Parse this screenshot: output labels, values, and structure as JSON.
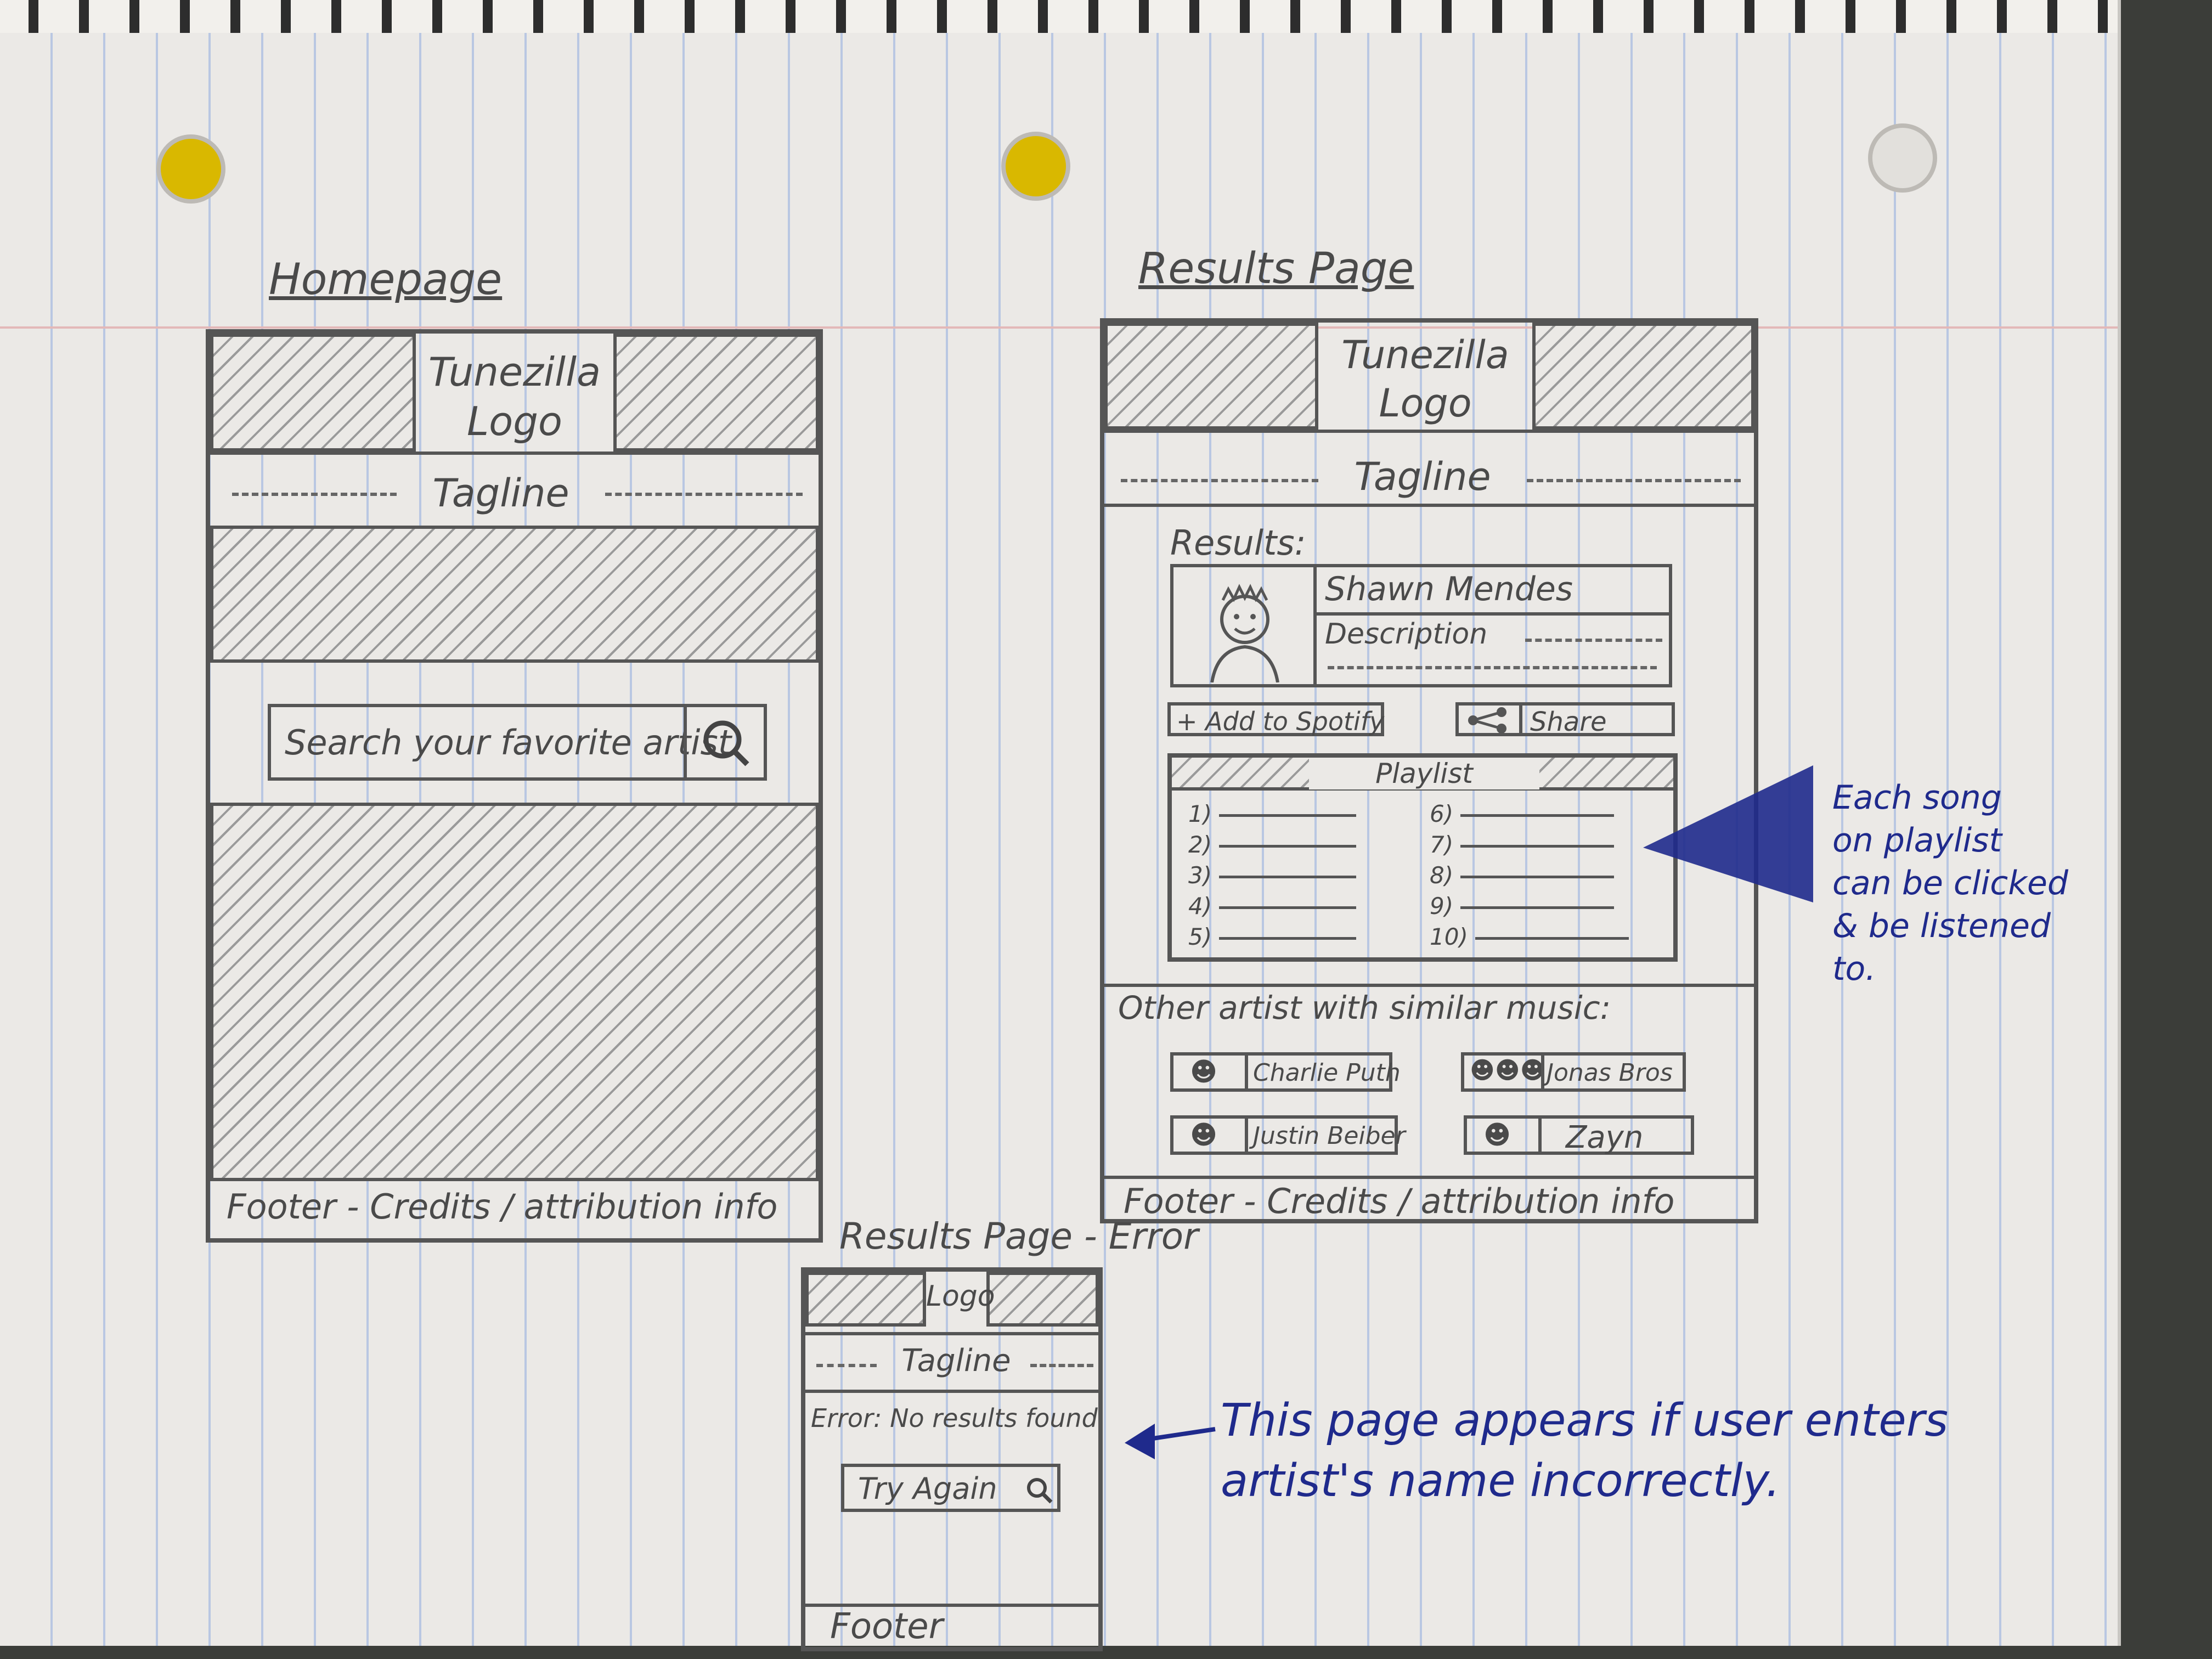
{
  "homepage": {
    "heading": "Homepage",
    "logo_line1": "Tunezilla",
    "logo_line2": "Logo",
    "tagline": "Tagline",
    "search_placeholder": "Search your favorite artist",
    "search_icon": "magnifier-icon",
    "footer": "Footer - Credits / attribution info"
  },
  "results": {
    "heading": "Results Page",
    "logo_line1": "Tunezilla",
    "logo_line2": "Logo",
    "tagline": "Tagline",
    "results_label": "Results:",
    "artist_name": "Shawn Mendes",
    "description": "Description",
    "add_button": "+ Add to Spotify",
    "share_button": "Share",
    "playlist_title": "Playlist",
    "playlist_left": [
      "1)",
      "2)",
      "3)",
      "4)",
      "5)"
    ],
    "playlist_right": [
      "6)",
      "7)",
      "8)",
      "9)",
      "10)"
    ],
    "similar_label": "Other artist with similar music:",
    "similar_artists": [
      "Charlie Puth",
      "Jonas Bros",
      "Justin Beiber",
      "Zayn"
    ],
    "footer": "Footer - Credits / attribution info"
  },
  "error_page": {
    "heading": "Results Page - Error",
    "logo": "Logo",
    "tagline": "Tagline",
    "error_text": "Error: No results found",
    "try_again": "Try Again",
    "footer": "Footer"
  },
  "annotations": {
    "playlist_note": [
      "Each song",
      "on playlist",
      "can be clicked",
      "& be listened",
      "to."
    ],
    "error_note": [
      "This page appears if user enters",
      "artist's name incorrectly."
    ]
  },
  "colors": {
    "pencil": "#4a4a4a",
    "blue_ink": "#1f2a8c",
    "paper": "#ebe9e6"
  }
}
